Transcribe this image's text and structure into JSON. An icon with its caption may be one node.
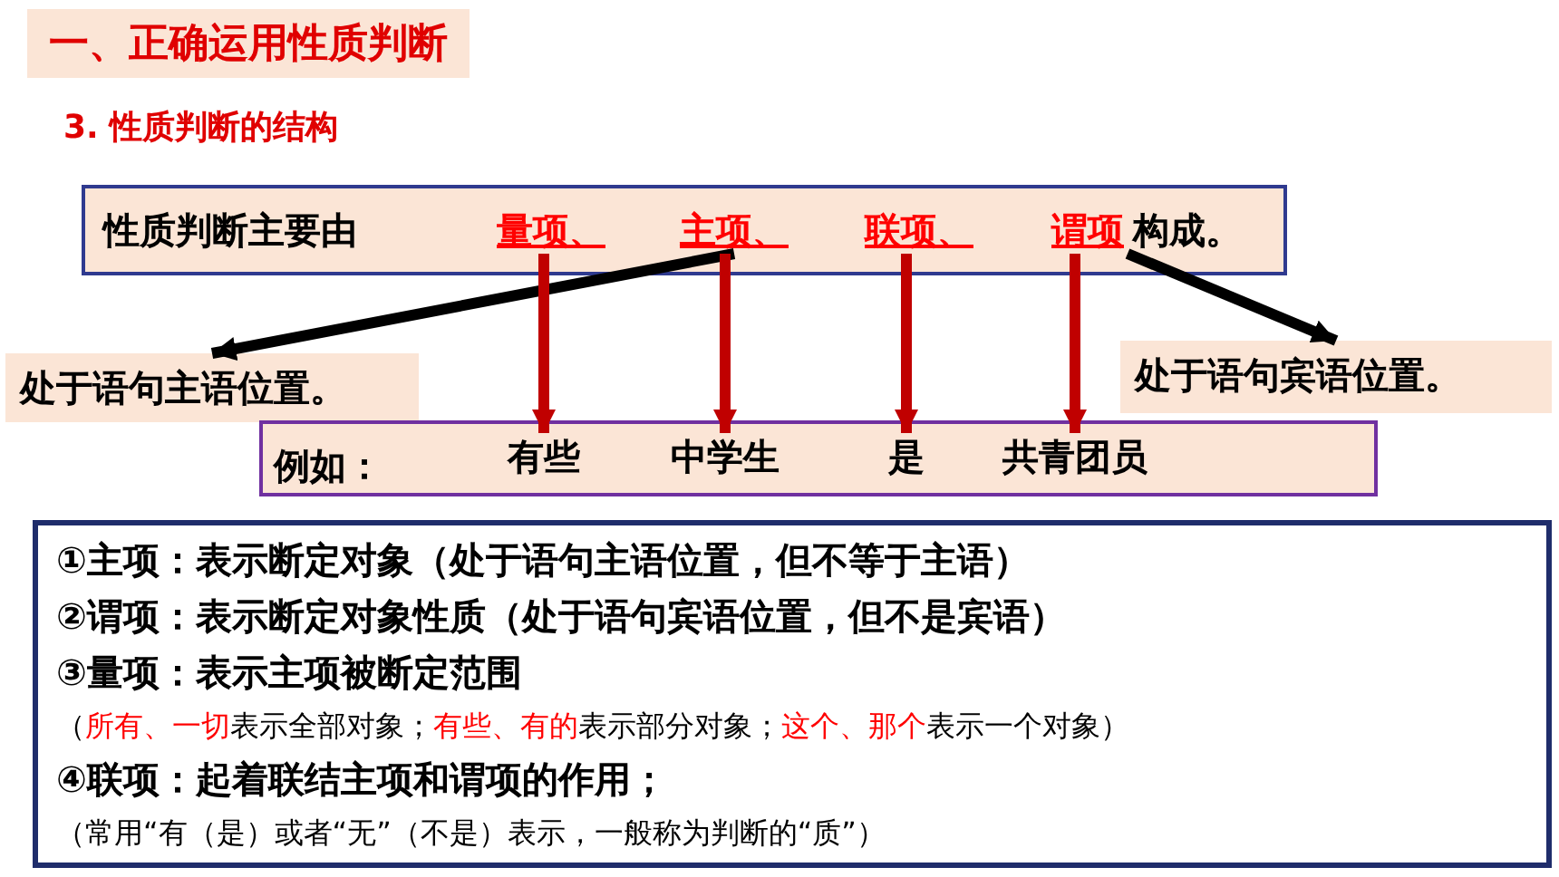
{
  "diagram": {
    "nodes": [
      {
        "text": [
          "一、正确运用性质判断"
        ]
      },
      {
        "text": [
          "性质判断主要由",
          "构成。"
        ]
      },
      {
        "text": [
          "量项、"
        ],
        "in": 1
      },
      {
        "text": [
          "主项、"
        ],
        "in": 1
      },
      {
        "text": [
          "联项、"
        ],
        "in": 1
      },
      {
        "text": [
          "谓项"
        ],
        "in": 1
      },
      {
        "text": [
          "处于语句主语位置。"
        ]
      },
      {
        "text": [
          "处于语句宾语位置。"
        ]
      },
      {
        "text": [
          "例如："
        ]
      },
      {
        "text": [
          "有些"
        ],
        "in": 8
      },
      {
        "text": [
          "中学生"
        ],
        "in": 8
      },
      {
        "text": [
          "是"
        ],
        "in": 8
      },
      {
        "text": [
          "共青团员"
        ],
        "in": 8
      },
      {
        "text": [
          "①主项：表示断定对象（处于语句主语位置，但不等于主语）",
          "②谓项：表示断定对象性质（处于语句宾语位置，但不是宾语）",
          "③量项：表示主项被断定范围",
          "（**所有、一切**表示全部对象；**有些、有的**表示部分对象；**这个、那个**表示一个对象）",
          "④联项：起着联结主项和谓项的作用；",
          "（常用“有（是）或者“无”（不是）表示，一般称为判断的“质”）"
        ]
      }
    ],
    "edges": [
      {
        "from": 3,
        "to": 6,
        "arrow": "to",
        "color": "#000000"
      },
      {
        "from": 5,
        "to": 7,
        "arrow": "to",
        "color": "#000000"
      },
      {
        "from": 2,
        "to": 9,
        "arrow": "to"
      },
      {
        "from": 3,
        "to": 10,
        "arrow": "to"
      },
      {
        "from": 4,
        "to": 11,
        "arrow": "to"
      },
      {
        "from": 5,
        "to": 12,
        "arrow": "to"
      }
    ],
    "labels": [
      "3. 性质判断的结构"
    ]
  }
}
